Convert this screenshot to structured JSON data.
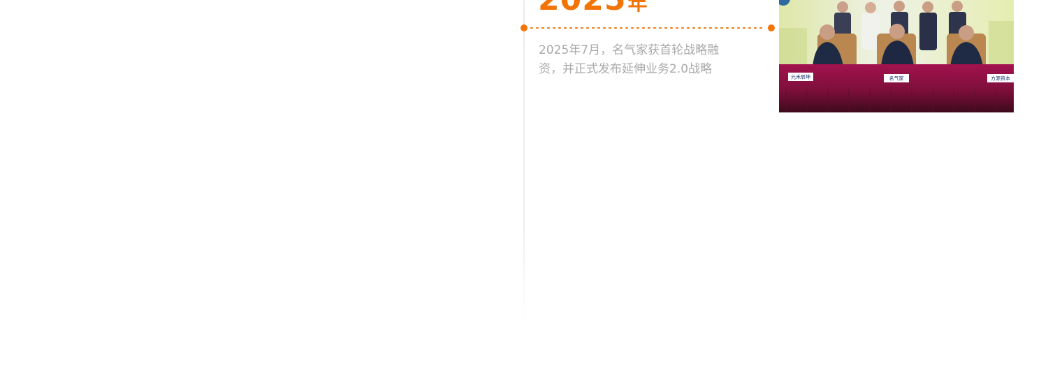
{
  "timeline": {
    "entry": {
      "year_number": "2025",
      "year_unit": "年",
      "description": "2025年7月，名气家获首轮战略融资，并正式发布延伸业务2.0战略",
      "photo": {
        "icon": "signing-ceremony-photo",
        "placards": [
          "元禾辰坤",
          "名气家",
          "方源资本"
        ]
      }
    },
    "colors": {
      "accent": "#f27405",
      "text_muted": "#a9a9a9",
      "line": "#ececec"
    }
  }
}
